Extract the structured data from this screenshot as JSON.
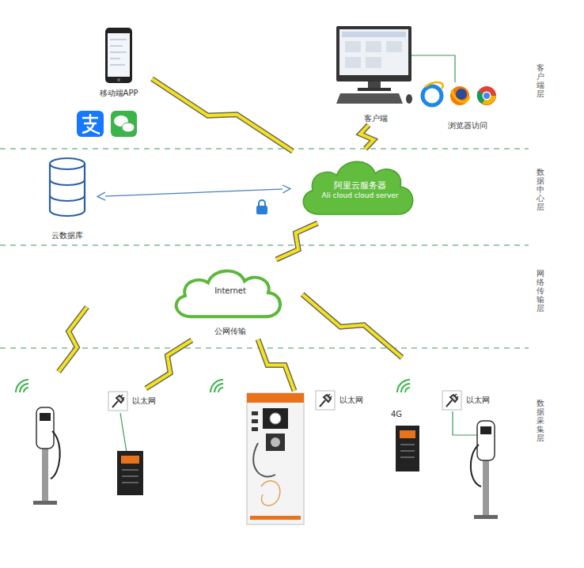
{
  "diagram": {
    "nodes": [
      {
        "text": [
          "移动端APP"
        ]
      },
      {
        "text": [
          "客户端"
        ]
      },
      {
        "text": [
          "云数据库"
        ]
      },
      {
        "text": [
          "阿里云服务器",
          "Ali cloud cloud server"
        ]
      },
      {
        "text": [
          "Internet",
          "公网传输"
        ]
      },
      {
        "text": [
          "以太网"
        ]
      },
      {
        "text": [
          "以太网"
        ]
      },
      {
        "text": [
          "以太网"
        ]
      }
    ],
    "edges": [
      {
        "from": 0,
        "to": 3,
        "arrow": "none"
      },
      {
        "from": 1,
        "to": 3,
        "arrow": "none"
      },
      {
        "from": 2,
        "to": 3,
        "arrow": "both"
      },
      {
        "from": 3,
        "to": 4,
        "arrow": "none"
      },
      {
        "from": 4,
        "to": 5,
        "arrow": "none"
      }
    ],
    "labels": [
      "浏览器访问",
      "4G",
      "客户端层",
      "数据中心层",
      "网络传输层",
      "数据采集层"
    ]
  }
}
